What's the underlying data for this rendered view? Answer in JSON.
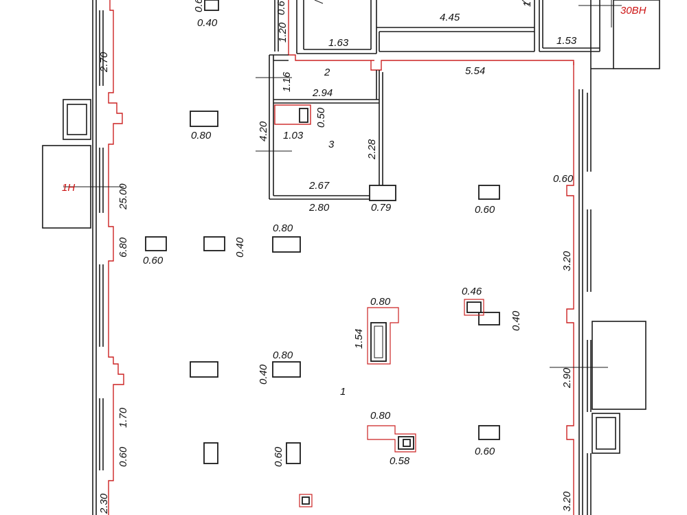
{
  "plan": {
    "room_labels": [
      {
        "id": "r1",
        "text": "1"
      },
      {
        "id": "r2",
        "text": "2"
      },
      {
        "id": "r3",
        "text": "3"
      }
    ],
    "axis_labels": {
      "left_axis": "1Н",
      "top_right_axis": "30ВН"
    },
    "dimensions": {
      "d_040_top": "0.40",
      "d_06_top": "0.6",
      "d_06b_top": "0.6",
      "d_120": "1.20",
      "d_163": "1.63",
      "d_445": "4.45",
      "d_153": "1.53",
      "d_1_top": "1",
      "d_554": "5.54",
      "d_270": "2.70",
      "d_116": "1.16",
      "d_294": "2.94",
      "d_050": "0.50",
      "d_420": "4.20",
      "d_103": "1.03",
      "d_080_a": "0.80",
      "d_228": "2.28",
      "d_267": "2.67",
      "d_280": "2.80",
      "d_079": "0.79",
      "d_060_r1": "0.60",
      "d_060_c1": "0.60",
      "d_2500": "25.00",
      "d_680": "6.80",
      "d_060_l": "0.60",
      "d_040_a": "0.40",
      "d_080_b": "0.80",
      "d_320_a": "3.20",
      "d_080_c": "0.80",
      "d_046": "0.46",
      "d_154": "1.54",
      "d_040_b": "0.40",
      "d_040_c": "0.40",
      "d_080_d": "0.80",
      "d_290": "2.90",
      "d_170": "1.70",
      "d_080_e": "0.80",
      "d_060_b": "0.60",
      "d_060_c2": "0.60",
      "d_058": "0.58",
      "d_060_r2": "0.60",
      "d_230": "2.30",
      "d_320_b": "3.20"
    }
  }
}
